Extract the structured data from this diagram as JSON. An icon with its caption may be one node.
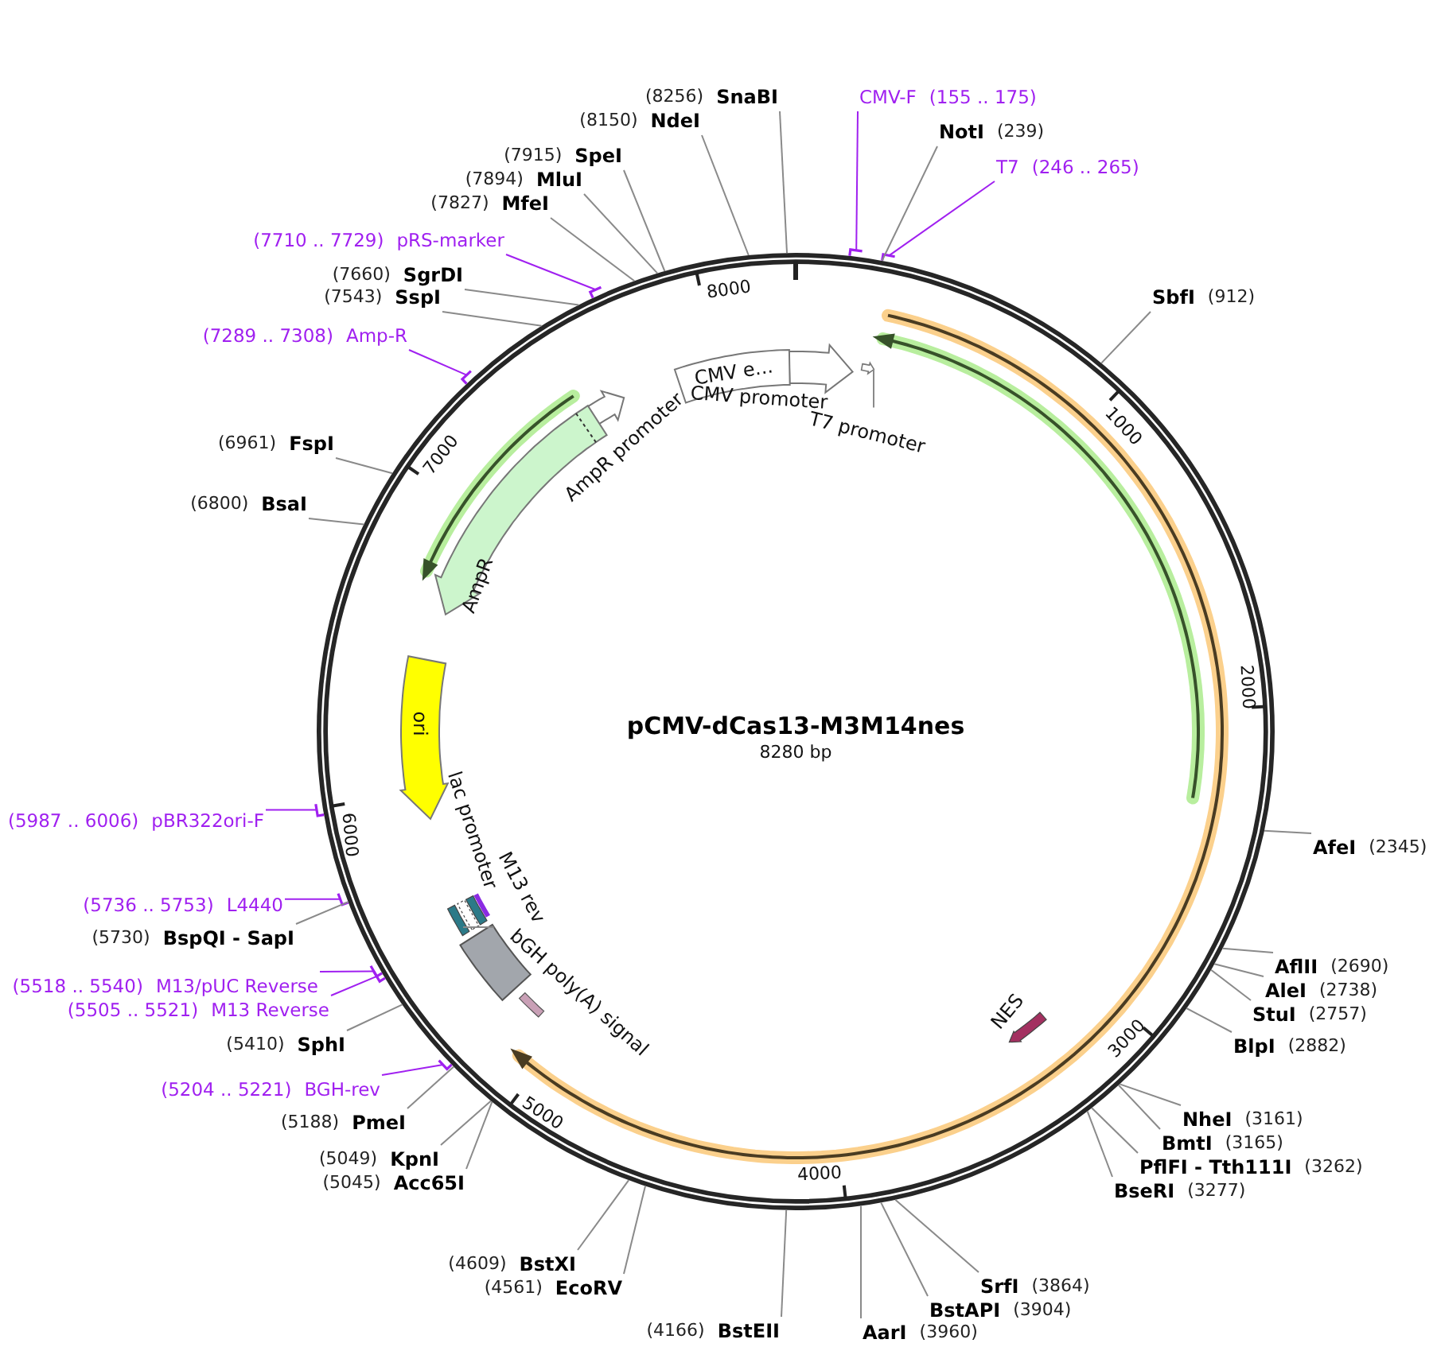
{
  "diagram": {
    "title": "pCMV-dCas13-M3M14nes",
    "nodes": [
      {
        "text": [
          "(8256)",
          "SnaBI"
        ]
      },
      {
        "text": [
          "(8150)",
          "NdeI"
        ]
      },
      {
        "text": [
          "CMV-F",
          "(155 .. 175)"
        ]
      },
      {
        "text": [
          "NotI",
          "(239)"
        ]
      },
      {
        "text": [
          "T7",
          "(246 .. 265)"
        ]
      },
      {
        "text": [
          "(7915)",
          "SpeI"
        ]
      },
      {
        "text": [
          "(7894)",
          "MluI"
        ]
      },
      {
        "text": [
          "(7827)",
          "MfeI"
        ]
      },
      {
        "text": [
          "(7710 .. 7729)",
          "pRS-marker"
        ]
      },
      {
        "text": [
          "(7660)",
          "SgrDI"
        ]
      },
      {
        "text": [
          "(7543)",
          "SspI"
        ]
      },
      {
        "text": [
          "SbfI",
          "(912)"
        ]
      },
      {
        "text": [
          "(7289 .. 7308)",
          "Amp-R"
        ]
      },
      {
        "text": [
          "(6961)",
          "FspI"
        ]
      },
      {
        "text": [
          "(6800)",
          "BsaI"
        ]
      },
      {
        "text": [
          "(5987 .. 6006)",
          "pBR322ori-F"
        ]
      },
      {
        "text": [
          "AfeI",
          "(2345)"
        ]
      },
      {
        "text": [
          "(5736 .. 5753)",
          "L4440"
        ]
      },
      {
        "text": [
          "(5730)",
          "BspQI - SapI"
        ]
      },
      {
        "text": [
          "(5518 .. 5540)",
          "M13/pUC Reverse"
        ]
      },
      {
        "text": [
          "(5505 .. 5521)",
          "M13 Reverse"
        ]
      },
      {
        "text": [
          "AflII",
          "(2690)"
        ]
      },
      {
        "text": [
          "AleI",
          "(2738)"
        ]
      },
      {
        "text": [
          "StuI",
          "(2757)"
        ]
      },
      {
        "text": [
          "BlpI",
          "(2882)"
        ]
      },
      {
        "text": [
          "(5410)",
          "SphI"
        ]
      },
      {
        "text": [
          "(5204 .. 5221)",
          "BGH-rev"
        ]
      },
      {
        "text": [
          "NheI",
          "(3161)"
        ]
      },
      {
        "text": [
          "(5188)",
          "PmeI"
        ]
      },
      {
        "text": [
          "BmtI",
          "(3165)"
        ]
      },
      {
        "text": [
          "(5049)",
          "KpnI"
        ]
      },
      {
        "text": [
          "PflFI - Tth111I",
          "(3262)"
        ]
      },
      {
        "text": [
          "(5045)",
          "Acc65I"
        ]
      },
      {
        "text": [
          "BseRI",
          "(3277)"
        ]
      },
      {
        "text": [
          "(4609)",
          "BstXI"
        ]
      },
      {
        "text": [
          "SrfI",
          "(3864)"
        ]
      },
      {
        "text": [
          "(4561)",
          "EcoRV"
        ]
      },
      {
        "text": [
          "BstAPI",
          "(3904)"
        ]
      },
      {
        "text": [
          "(4166)",
          "BstEII"
        ]
      },
      {
        "text": [
          "AarI",
          "(3960)"
        ]
      },
      {
        "text": [
          "CMV e..."
        ]
      },
      {
        "text": [
          "T7 promoter"
        ]
      },
      {
        "text": [
          "ori"
        ]
      },
      {
        "text": [
          "M13 rev"
        ]
      }
    ],
    "edges": [
      {
        "from": 0,
        "to": null,
        "arrow": "none"
      },
      {
        "from": 1,
        "to": null,
        "arrow": "none"
      },
      {
        "from": 2,
        "to": null,
        "arrow": "none",
        "color": "#a020f0"
      },
      {
        "from": 3,
        "to": null,
        "arrow": "none"
      },
      {
        "from": 4,
        "to": null,
        "arrow": "none",
        "color": "#a020f0"
      },
      {
        "from": 5,
        "to": null,
        "arrow": "none"
      },
      {
        "from": 6,
        "to": null,
        "arrow": "none"
      },
      {
        "from": 7,
        "to": null,
        "arrow": "none"
      },
      {
        "from": 8,
        "to": null,
        "arrow": "none",
        "color": "#a020f0"
      },
      {
        "from": 9,
        "to": null,
        "arrow": "none"
      },
      {
        "from": 10,
        "to": null,
        "arrow": "none"
      },
      {
        "from": 11,
        "to": null,
        "arrow": "none"
      },
      {
        "from": 12,
        "to": null,
        "arrow": "none",
        "color": "#a020f0"
      },
      {
        "from": 13,
        "to": null,
        "arrow": "none"
      },
      {
        "from": 14,
        "to": null,
        "arrow": "none"
      },
      {
        "from": 15,
        "to": null,
        "arrow": "none",
        "color": "#a020f0"
      },
      {
        "from": 16,
        "to": null,
        "arrow": "none"
      },
      {
        "from": 17,
        "to": null,
        "arrow": "none",
        "color": "#a020f0"
      },
      {
        "from": 18,
        "to": null,
        "arrow": "none"
      },
      {
        "from": 19,
        "to": null,
        "arrow": "none",
        "color": "#a020f0"
      },
      {
        "from": 20,
        "to": null,
        "arrow": "none",
        "color": "#a020f0"
      },
      {
        "from": 21,
        "to": null,
        "arrow": "none"
      },
      {
        "from": 22,
        "to": null,
        "arrow": "none"
      },
      {
        "from": 23,
        "to": null,
        "arrow": "none"
      },
      {
        "from": 24,
        "to": null,
        "arrow": "none"
      },
      {
        "from": 25,
        "to": null,
        "arrow": "none"
      },
      {
        "from": 26,
        "to": null,
        "arrow": "none",
        "color": "#a020f0"
      },
      {
        "from": 27,
        "to": null,
        "arrow": "none"
      },
      {
        "from": 28,
        "to": null,
        "arrow": "none"
      },
      {
        "from": 29,
        "to": null,
        "arrow": "none"
      },
      {
        "from": 30,
        "to": null,
        "arrow": "none"
      },
      {
        "from": 31,
        "to": null,
        "arrow": "none"
      },
      {
        "from": 32,
        "to": null,
        "arrow": "none"
      },
      {
        "from": 33,
        "to": null,
        "arrow": "none"
      },
      {
        "from": 34,
        "to": null,
        "arrow": "none"
      },
      {
        "from": 35,
        "to": null,
        "arrow": "none"
      },
      {
        "from": 36,
        "to": null,
        "arrow": "none"
      },
      {
        "from": 37,
        "to": null,
        "arrow": "none"
      },
      {
        "from": 38,
        "to": null,
        "arrow": "none"
      },
      {
        "from": 39,
        "to": null,
        "arrow": "none"
      },
      {
        "from": 41,
        "to": null,
        "arrow": "none"
      },
      {
        "from": 43,
        "to": null,
        "arrow": "none"
      }
    ],
    "labels": [
      "8000",
      "1000",
      "CMV promoter",
      "AmpR promoter",
      "7000",
      "AmpR",
      "2000",
      "8280 bp",
      "6000",
      "lac promoter",
      "bGH poly(A) signal",
      "NES",
      "3000",
      "5000",
      "4000"
    ]
  }
}
